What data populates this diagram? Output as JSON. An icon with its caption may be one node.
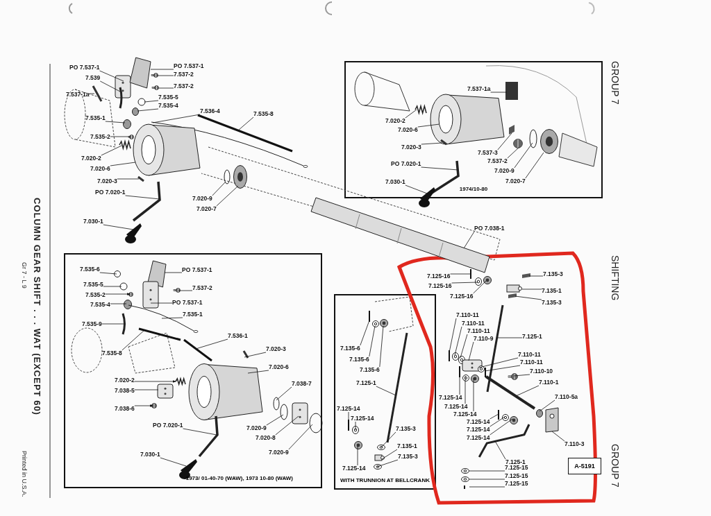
{
  "diagram": {
    "title": "COLUMN GEAR SHIFT . . . WAT (EXCEPT 60)",
    "nodes": [
      {
        "text": [
          "PO 7.537-1"
        ]
      },
      {
        "text": [
          "PO 7.537-1"
        ]
      },
      {
        "text": [
          "7.537-2"
        ]
      },
      {
        "text": [
          "7.537-2"
        ]
      },
      {
        "text": [
          "7.539"
        ]
      },
      {
        "text": [
          "7.537-1a"
        ]
      },
      {
        "text": [
          "7.535-5"
        ]
      },
      {
        "text": [
          "7.535-4"
        ]
      },
      {
        "text": [
          "7.536-4"
        ]
      },
      {
        "text": [
          "7.535-8"
        ]
      },
      {
        "text": [
          "7.535-1"
        ]
      },
      {
        "text": [
          "7.535-2"
        ]
      },
      {
        "text": [
          "7.020-2"
        ]
      },
      {
        "text": [
          "7.020-6"
        ]
      },
      {
        "text": [
          "7.020-3"
        ]
      },
      {
        "text": [
          "PO 7.020-1"
        ]
      },
      {
        "text": [
          "7.020-9"
        ]
      },
      {
        "text": [
          "7.020-7"
        ]
      },
      {
        "text": [
          "7.030-1"
        ]
      },
      {
        "text": [
          "1974/10-80"
        ]
      },
      {
        "text": [
          "7.537-1a"
        ],
        "in": 19
      },
      {
        "text": [
          "7.020-2"
        ],
        "in": 19
      },
      {
        "text": [
          "7.020-6"
        ],
        "in": 19
      },
      {
        "text": [
          "7.020-3"
        ],
        "in": 19
      },
      {
        "text": [
          "7.537-3"
        ],
        "in": 19
      },
      {
        "text": [
          "7.537-2"
        ],
        "in": 19
      },
      {
        "text": [
          "PO 7.020-1"
        ],
        "in": 19
      },
      {
        "text": [
          "7.020-9"
        ],
        "in": 19
      },
      {
        "text": [
          "7.020-7"
        ],
        "in": 19
      },
      {
        "text": [
          "7.030-1"
        ],
        "in": 19
      },
      {
        "text": [
          "PO 7.038-1"
        ]
      },
      {
        "text": [
          "1973/ 01-40-70 (WAW), 1973 10-80 (WAW)"
        ]
      },
      {
        "text": [
          "7.535-6"
        ],
        "in": 31
      },
      {
        "text": [
          "PO 7.537-1"
        ],
        "in": 31
      },
      {
        "text": [
          "7.535-5"
        ],
        "in": 31
      },
      {
        "text": [
          "7.537-2"
        ],
        "in": 31
      },
      {
        "text": [
          "7.535-2"
        ],
        "in": 31
      },
      {
        "text": [
          "7.535-4"
        ],
        "in": 31
      },
      {
        "text": [
          "PO 7.537-1"
        ],
        "in": 31
      },
      {
        "text": [
          "7.535-1"
        ],
        "in": 31
      },
      {
        "text": [
          "7.535-9"
        ],
        "in": 31
      },
      {
        "text": [
          "7.536-1"
        ],
        "in": 31
      },
      {
        "text": [
          "7.535-8"
        ],
        "in": 31
      },
      {
        "text": [
          "7.020-3"
        ],
        "in": 31
      },
      {
        "text": [
          "7.020-6"
        ],
        "in": 31
      },
      {
        "text": [
          "7.020-2"
        ],
        "in": 31
      },
      {
        "text": [
          "7.038-7"
        ],
        "in": 31
      },
      {
        "text": [
          "7.038-5"
        ],
        "in": 31
      },
      {
        "text": [
          "7.038-6"
        ],
        "in": 31
      },
      {
        "text": [
          "PO 7.020-1"
        ],
        "in": 31
      },
      {
        "text": [
          "7.020-9"
        ],
        "in": 31
      },
      {
        "text": [
          "7.020-8"
        ],
        "in": 31
      },
      {
        "text": [
          "7.020-9"
        ],
        "in": 31
      },
      {
        "text": [
          "7.030-1"
        ],
        "in": 31
      },
      {
        "text": [
          "WITH TRUNNION AT BELLCRANK"
        ]
      },
      {
        "text": [
          "7.135-6"
        ],
        "in": 54
      },
      {
        "text": [
          "7.135-6"
        ],
        "in": 54
      },
      {
        "text": [
          "7.135-6"
        ],
        "in": 54
      },
      {
        "text": [
          "7.125-1"
        ],
        "in": 54
      },
      {
        "text": [
          "7.125-14"
        ],
        "in": 54
      },
      {
        "text": [
          "7.125-14"
        ],
        "in": 54
      },
      {
        "text": [
          "7.135-3"
        ],
        "in": 54
      },
      {
        "text": [
          "7.135-1"
        ],
        "in": 54
      },
      {
        "text": [
          "7.135-3"
        ],
        "in": 54
      },
      {
        "text": [
          "7.125-14"
        ],
        "in": 54
      },
      {
        "text": [
          "7.125-16"
        ]
      },
      {
        "text": [
          "7.135-3"
        ]
      },
      {
        "text": [
          "7.125-16"
        ]
      },
      {
        "text": [
          "7.135-1"
        ]
      },
      {
        "text": [
          "7.125-16"
        ]
      },
      {
        "text": [
          "7.135-3"
        ]
      },
      {
        "text": [
          "7.110-11"
        ]
      },
      {
        "text": [
          "7.110-11"
        ]
      },
      {
        "text": [
          "7.110-11"
        ]
      },
      {
        "text": [
          "7.125-1"
        ]
      },
      {
        "text": [
          "7.110-9"
        ]
      },
      {
        "text": [
          "7.110-11"
        ]
      },
      {
        "text": [
          "7.110-11"
        ]
      },
      {
        "text": [
          "7.110-10"
        ]
      },
      {
        "text": [
          "7.110-1"
        ]
      },
      {
        "text": [
          "7.110-5a"
        ]
      },
      {
        "text": [
          "7.125-14"
        ]
      },
      {
        "text": [
          "7.125-14"
        ]
      },
      {
        "text": [
          "7.125-14"
        ]
      },
      {
        "text": [
          "7.125-14"
        ]
      },
      {
        "text": [
          "7.125-14"
        ]
      },
      {
        "text": [
          "7.125-14"
        ]
      },
      {
        "text": [
          "7.110-3"
        ]
      },
      {
        "text": [
          "7.125-1"
        ]
      },
      {
        "text": [
          "A-5191"
        ]
      },
      {
        "text": [
          "7.125-15"
        ]
      },
      {
        "text": [
          "7.125-15"
        ]
      },
      {
        "text": [
          "7.125-15"
        ]
      },
      {
        "text": [],
        "shape": "box"
      },
      {
        "text": [],
        "shape": "box"
      },
      {
        "text": [],
        "shape": "picture"
      },
      {
        "text": [],
        "shape": "picture"
      },
      {
        "text": [],
        "shape": "bar"
      },
      {
        "text": [],
        "shape": "bar"
      },
      {
        "text": [],
        "shape": "circle"
      },
      {
        "text": [],
        "shape": "circle"
      },
      {
        "text": [],
        "shape": "bar"
      },
      {
        "text": [],
        "shape": "bar"
      },
      {
        "text": [],
        "shape": "circle"
      },
      {
        "text": [],
        "shape": "picture"
      },
      {
        "text": [],
        "shape": "picture"
      },
      {
        "text": [],
        "shape": "cylinder"
      },
      {
        "text": [],
        "shape": "bar"
      },
      {
        "text": [],
        "shape": "bar"
      },
      {
        "text": [],
        "shape": "circle"
      },
      {
        "text": [],
        "shape": "circle"
      },
      {
        "text": [],
        "shape": "picture"
      },
      {
        "text": [],
        "shape": "box",
        "in": 19
      },
      {
        "text": [],
        "shape": "picture",
        "in": 19
      },
      {
        "text": [],
        "shape": "cylinder",
        "in": 19
      },
      {
        "text": [],
        "shape": "bar",
        "in": 19
      },
      {
        "text": [],
        "shape": "box",
        "in": 19
      },
      {
        "text": [],
        "shape": "picture",
        "in": 19
      },
      {
        "text": [],
        "shape": "bar",
        "in": 19
      },
      {
        "text": [],
        "shape": "circle",
        "in": 19
      },
      {
        "text": [],
        "shape": "circle",
        "in": 19
      },
      {
        "text": [],
        "shape": "picture",
        "in": 19
      },
      {
        "text": [],
        "shape": "cylinder"
      },
      {
        "text": [],
        "shape": "circle",
        "in": 31
      },
      {
        "text": [],
        "shape": "box",
        "in": 31
      },
      {
        "text": [],
        "shape": "circle",
        "in": 31
      },
      {
        "text": [],
        "shape": "picture",
        "in": 31
      },
      {
        "text": [],
        "shape": "picture",
        "in": 31
      },
      {
        "text": [],
        "shape": "circle",
        "in": 31
      },
      {
        "text": [],
        "shape": "box",
        "in": 31
      },
      {
        "text": [],
        "shape": "bar",
        "in": 31
      },
      {
        "text": [],
        "shape": "bar",
        "in": 31
      },
      {
        "text": [],
        "shape": "bar",
        "in": 31
      },
      {
        "text": [],
        "shape": "bar",
        "in": 31
      },
      {
        "text": [],
        "shape": "bar",
        "in": 31
      },
      {
        "text": [],
        "shape": "cylinder",
        "in": 31
      },
      {
        "text": [],
        "shape": "picture",
        "in": 31
      },
      {
        "text": [],
        "shape": "circle",
        "in": 31
      },
      {
        "text": [],
        "shape": "box",
        "in": 31
      },
      {
        "text": [],
        "shape": "picture",
        "in": 31
      },
      {
        "text": [],
        "shape": "bar",
        "in": 31
      },
      {
        "text": [],
        "shape": "circle",
        "in": 31
      },
      {
        "text": [],
        "shape": "box",
        "in": 31
      },
      {
        "text": [],
        "shape": "circle",
        "in": 31
      },
      {
        "text": [],
        "shape": "picture",
        "in": 31
      },
      {
        "text": [],
        "shape": "bar",
        "in": 54
      },
      {
        "text": [],
        "shape": "circle",
        "in": 54
      },
      {
        "text": [],
        "shape": "circle",
        "in": 54
      },
      {
        "text": [],
        "shape": "bar",
        "in": 54
      },
      {
        "text": [],
        "shape": "bar",
        "in": 54
      },
      {
        "text": [],
        "shape": "circle",
        "in": 54
      },
      {
        "text": [],
        "shape": "circle",
        "in": 54
      },
      {
        "text": [],
        "shape": "box",
        "in": 54
      },
      {
        "text": [],
        "shape": "circle",
        "in": 54
      },
      {
        "text": [],
        "shape": "circle",
        "in": 54
      },
      {
        "text": [],
        "shape": "bar"
      },
      {
        "text": [],
        "shape": "box"
      },
      {
        "text": [],
        "shape": "circle"
      },
      {
        "text": [],
        "shape": "box"
      },
      {
        "text": [],
        "shape": "circle"
      },
      {
        "text": [],
        "shape": "box"
      },
      {
        "text": [],
        "shape": "bar"
      },
      {
        "text": [],
        "shape": "circle"
      },
      {
        "text": [],
        "shape": "circle"
      },
      {
        "text": [],
        "shape": "bar"
      },
      {
        "text": [],
        "shape": "box"
      },
      {
        "text": [],
        "shape": "circle"
      },
      {
        "text": [],
        "shape": "bar"
      },
      {
        "text": [],
        "shape": "picture"
      },
      {
        "text": [],
        "shape": "bar"
      },
      {
        "text": [],
        "shape": "circle"
      },
      {
        "text": [],
        "shape": "bar"
      },
      {
        "text": [],
        "shape": "circle"
      },
      {
        "text": [],
        "shape": "circle"
      },
      {
        "text": [],
        "shape": "bar"
      },
      {
        "text": [],
        "shape": "circle"
      },
      {
        "text": [],
        "shape": "circle"
      },
      {
        "text": [],
        "shape": "box"
      },
      {
        "text": [],
        "shape": "bar"
      },
      {
        "text": [],
        "shape": "circle"
      },
      {
        "text": [],
        "shape": "circle"
      },
      {
        "text": [],
        "shape": "bar"
      }
    ],
    "edges": [
      {
        "from": 0,
        "to": 93,
        "arrow": "none"
      },
      {
        "from": 1,
        "to": 94,
        "arrow": "none"
      },
      {
        "from": 2,
        "to": 95,
        "arrow": "none"
      },
      {
        "from": 3,
        "to": 96,
        "arrow": "none"
      },
      {
        "from": 4,
        "to": 97,
        "arrow": "none"
      },
      {
        "from": 5,
        "to": 98,
        "arrow": "none"
      },
      {
        "from": 6,
        "to": 99,
        "arrow": "none"
      },
      {
        "from": 7,
        "to": 100,
        "arrow": "none"
      },
      {
        "from": 8,
        "to": 101,
        "arrow": "none"
      },
      {
        "from": 9,
        "to": 102,
        "arrow": "none"
      },
      {
        "from": 10,
        "to": 103,
        "arrow": "none"
      },
      {
        "from": 11,
        "to": 104,
        "arrow": "none"
      },
      {
        "from": 12,
        "to": 105,
        "arrow": "none"
      },
      {
        "from": 13,
        "to": 106,
        "arrow": "none"
      },
      {
        "from": 14,
        "to": 107,
        "arrow": "none"
      },
      {
        "from": 15,
        "to": 108,
        "arrow": "none"
      },
      {
        "from": 16,
        "to": 109,
        "arrow": "none"
      },
      {
        "from": 17,
        "to": 110,
        "arrow": "none"
      },
      {
        "from": 18,
        "to": 111,
        "arrow": "none"
      },
      {
        "from": 20,
        "to": 112,
        "arrow": "none"
      },
      {
        "from": 21,
        "to": 113,
        "arrow": "none"
      },
      {
        "from": 22,
        "to": 114,
        "arrow": "none"
      },
      {
        "from": 23,
        "to": 115,
        "arrow": "none"
      },
      {
        "from": 24,
        "to": 116,
        "arrow": "none"
      },
      {
        "from": 25,
        "to": 117,
        "arrow": "none"
      },
      {
        "from": 26,
        "to": 118,
        "arrow": "none"
      },
      {
        "from": 27,
        "to": 119,
        "arrow": "none"
      },
      {
        "from": 28,
        "to": 120,
        "arrow": "none"
      },
      {
        "from": 29,
        "to": 121,
        "arrow": "none"
      },
      {
        "from": 30,
        "to": 122,
        "arrow": "none"
      },
      {
        "from": 32,
        "to": 123,
        "arrow": "none"
      },
      {
        "from": 33,
        "to": 124,
        "arrow": "none"
      },
      {
        "from": 34,
        "to": 125,
        "arrow": "none"
      },
      {
        "from": 35,
        "to": 126,
        "arrow": "none"
      },
      {
        "from": 36,
        "to": 127,
        "arrow": "to"
      },
      {
        "from": 37,
        "to": 128,
        "arrow": "none"
      },
      {
        "from": 38,
        "to": 129,
        "arrow": "none"
      },
      {
        "from": 39,
        "to": 130,
        "arrow": "none"
      },
      {
        "from": 40,
        "to": 131,
        "arrow": "none"
      },
      {
        "from": 41,
        "to": 132,
        "arrow": "none"
      },
      {
        "from": 42,
        "to": 133,
        "arrow": "none"
      },
      {
        "from": 43,
        "to": 134,
        "arrow": "none"
      },
      {
        "from": 44,
        "to": 135,
        "arrow": "none"
      },
      {
        "from": 45,
        "to": 136,
        "arrow": "to"
      },
      {
        "from": 46,
        "to": 137,
        "arrow": "none"
      },
      {
        "from": 47,
        "to": 138,
        "arrow": "none"
      },
      {
        "from": 48,
        "to": 139,
        "arrow": "to"
      },
      {
        "from": 49,
        "to": 140,
        "arrow": "none"
      },
      {
        "from": 50,
        "to": 141,
        "arrow": "none"
      },
      {
        "from": 51,
        "to": 142,
        "arrow": "none"
      },
      {
        "from": 52,
        "to": 143,
        "arrow": "none"
      },
      {
        "from": 53,
        "to": 144,
        "arrow": "none"
      },
      {
        "from": 55,
        "to": 145,
        "arrow": "none"
      },
      {
        "from": 56,
        "to": 146,
        "arrow": "none"
      },
      {
        "from": 57,
        "to": 147,
        "arrow": "none"
      },
      {
        "from": 58,
        "to": 148,
        "arrow": "none"
      },
      {
        "from": 59,
        "to": 149,
        "arrow": "none"
      },
      {
        "from": 60,
        "to": 150,
        "arrow": "none"
      },
      {
        "from": 61,
        "to": 151,
        "arrow": "none"
      },
      {
        "from": 62,
        "to": 152,
        "arrow": "none"
      },
      {
        "from": 63,
        "to": 153,
        "arrow": "none"
      },
      {
        "from": 64,
        "to": 154,
        "arrow": "none"
      },
      {
        "from": 65,
        "to": 155,
        "arrow": "none"
      },
      {
        "from": 66,
        "to": 156,
        "arrow": "none"
      },
      {
        "from": 67,
        "to": 157,
        "arrow": "none"
      },
      {
        "from": 68,
        "to": 158,
        "arrow": "none"
      },
      {
        "from": 69,
        "to": 159,
        "arrow": "none"
      },
      {
        "from": 70,
        "to": 160,
        "arrow": "none"
      },
      {
        "from": 71,
        "to": 161,
        "arrow": "none"
      },
      {
        "from": 72,
        "to": 162,
        "arrow": "none"
      },
      {
        "from": 73,
        "to": 163,
        "arrow": "none"
      },
      {
        "from": 74,
        "to": 164,
        "arrow": "none"
      },
      {
        "from": 75,
        "to": 165,
        "arrow": "none"
      },
      {
        "from": 76,
        "to": 166,
        "arrow": "none"
      },
      {
        "from": 77,
        "to": 167,
        "arrow": "none"
      },
      {
        "from": 78,
        "to": 168,
        "arrow": "none"
      },
      {
        "from": 79,
        "to": 169,
        "arrow": "none"
      },
      {
        "from": 80,
        "to": 170,
        "arrow": "none"
      },
      {
        "from": 81,
        "to": 171,
        "arrow": "none"
      },
      {
        "from": 82,
        "to": 172,
        "arrow": "none"
      },
      {
        "from": 83,
        "to": 173,
        "arrow": "none"
      },
      {
        "from": 84,
        "to": 174,
        "arrow": "none"
      },
      {
        "from": 85,
        "to": 175,
        "arrow": "none"
      },
      {
        "from": 86,
        "to": 176,
        "arrow": "none"
      },
      {
        "from": 87,
        "to": 177,
        "arrow": "none"
      },
      {
        "from": 88,
        "to": 178,
        "arrow": "none"
      },
      {
        "from": 90,
        "to": 179,
        "arrow": "none"
      },
      {
        "from": 91,
        "to": 180,
        "arrow": "none"
      },
      {
        "from": 92,
        "to": 181,
        "arrow": "none"
      }
    ],
    "labels": [
      "GROUP 7",
      "SHIFTING",
      "GROUP 7",
      "Gr 7 - L 9",
      "Printed in U.S.A."
    ]
  }
}
